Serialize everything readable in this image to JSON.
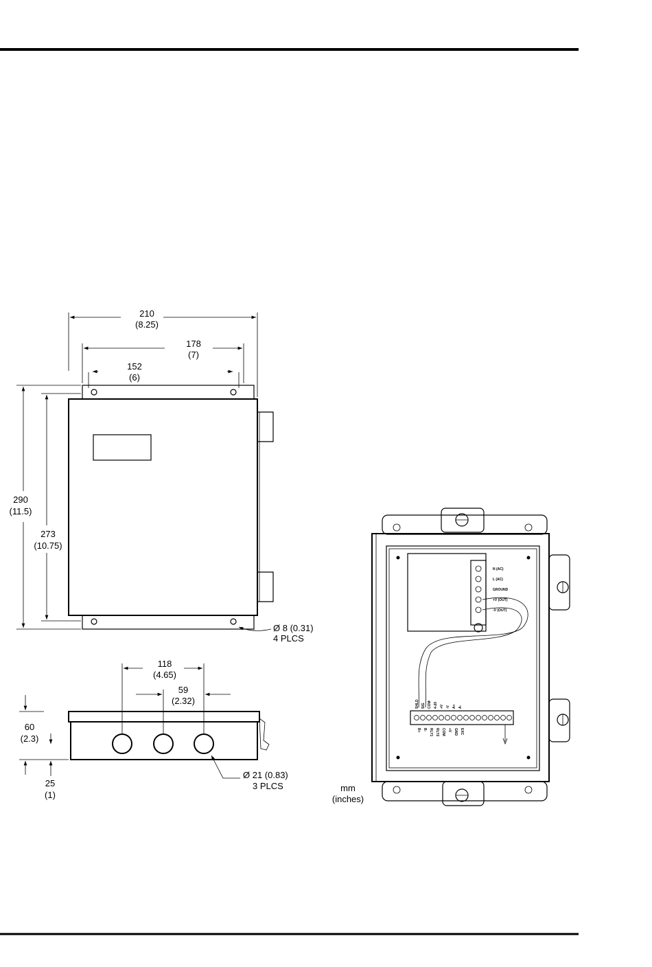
{
  "front_view": {
    "width": {
      "mm": "210",
      "in": "(8.25)"
    },
    "inner_width": {
      "mm": "178",
      "in": "(7)"
    },
    "hole_spacing": {
      "mm": "152",
      "in": "(6)"
    },
    "height": {
      "mm": "290",
      "in": "(11.5)"
    },
    "inner_height": {
      "mm": "273",
      "in": "(10.75)"
    },
    "mount_hole": {
      "dia": "Ø 8 (0.31)",
      "count": "4 PLCS"
    }
  },
  "bottom_view": {
    "span": {
      "mm": "118",
      "in": "(4.65)"
    },
    "pitch": {
      "mm": "59",
      "in": "(2.32)"
    },
    "depth": {
      "mm": "60",
      "in": "(2.3)"
    },
    "offset": {
      "mm": "25",
      "in": "(1)"
    },
    "conduit": {
      "dia": "Ø 21 (0.83)",
      "count": "3 PLCS"
    }
  },
  "units": {
    "line1": "mm",
    "line2": "(inches)"
  },
  "interior_view": {
    "power_labels": [
      "N (AC)",
      "L (AC)",
      "GROUND",
      "+V (OUT)",
      "-V (OUT)"
    ],
    "terminal_labels": [
      "SHLD",
      "SIG",
      "COM",
      "4-20",
      "+V",
      "-V",
      "A+",
      "A-",
      "B+",
      "B-",
      "RLY1",
      "RLY2",
      "COM",
      "+V",
      "GND",
      "EXC"
    ]
  }
}
